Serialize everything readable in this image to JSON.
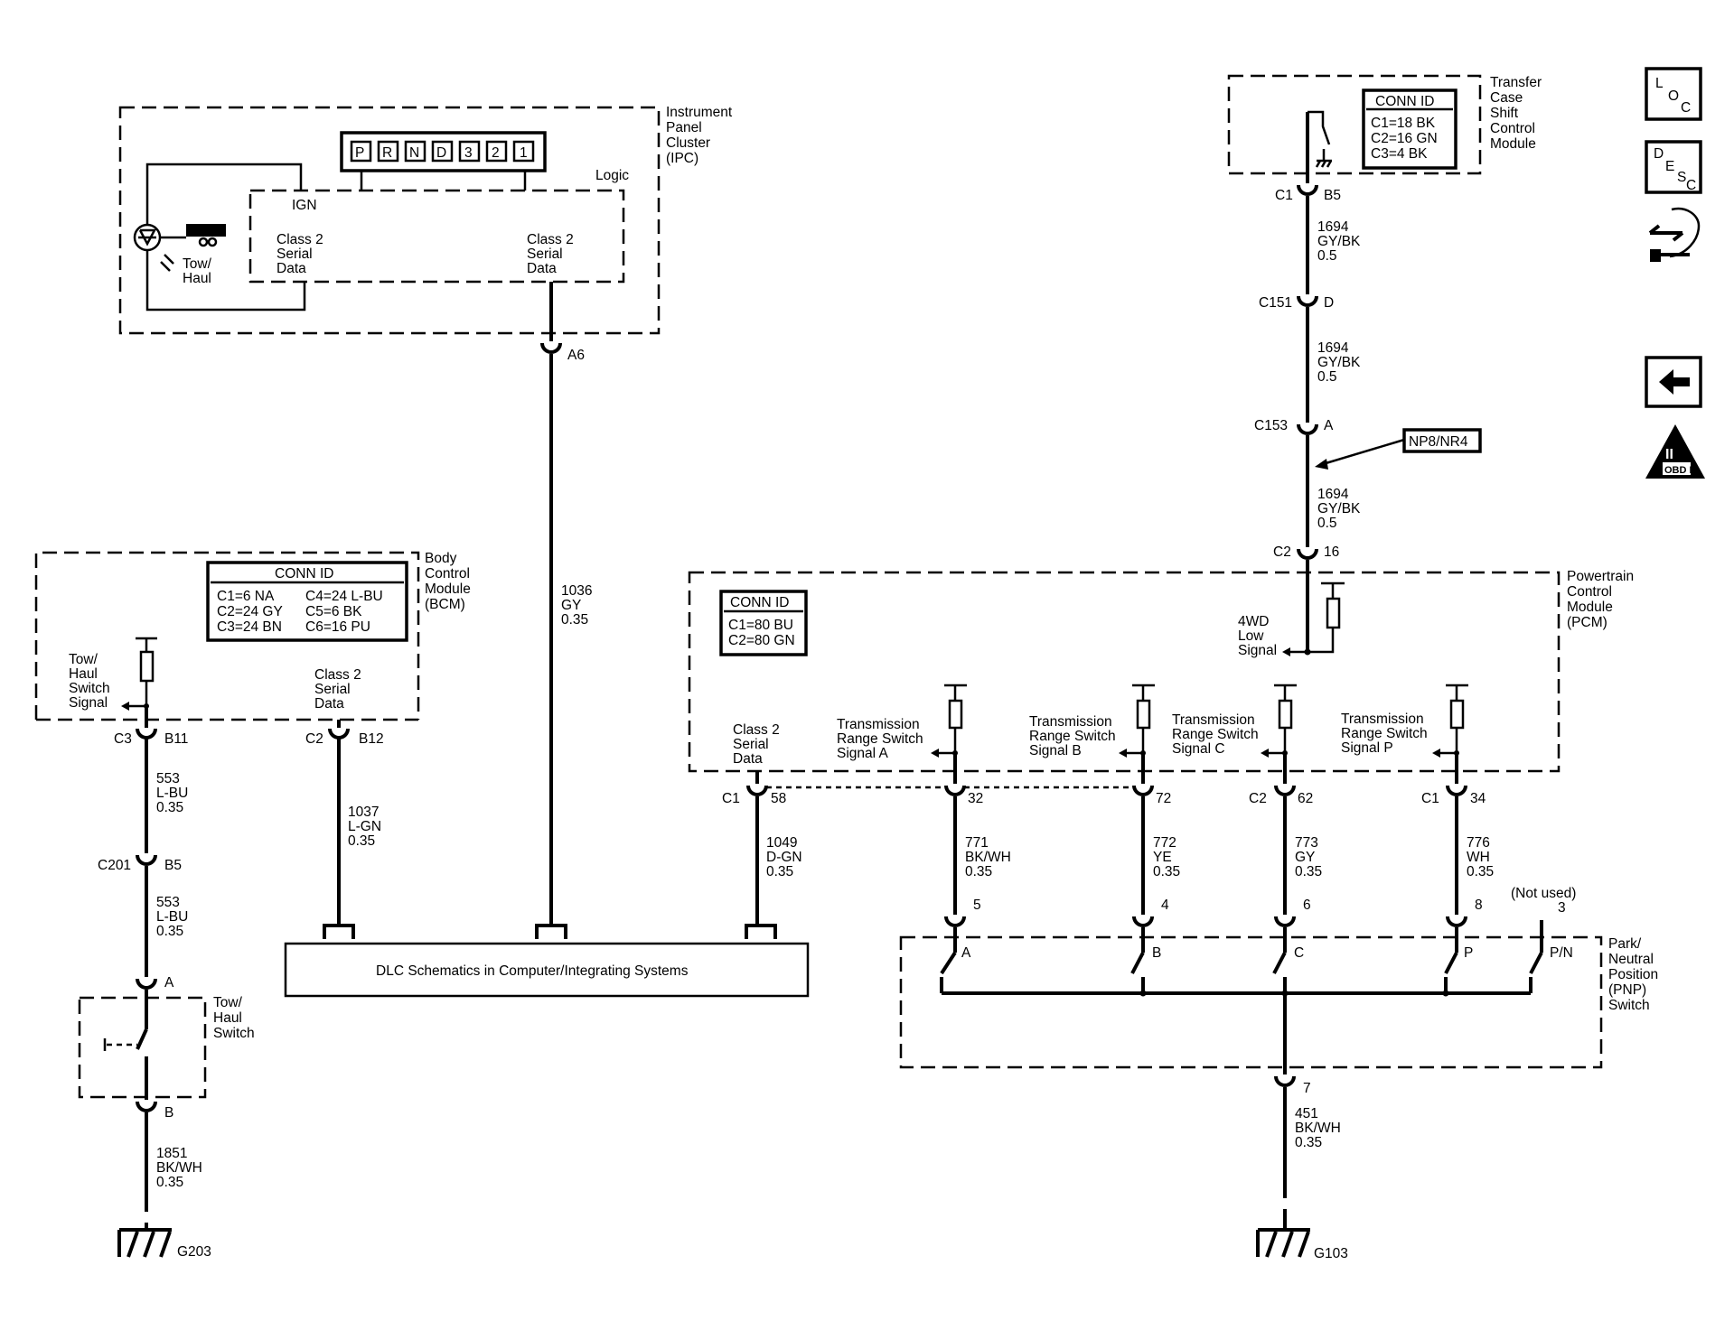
{
  "ipc": {
    "title_lines": [
      "Instrument",
      "Panel",
      "Cluster",
      "(IPC)"
    ],
    "prndl": [
      "P",
      "R",
      "N",
      "D",
      "3",
      "2",
      "1"
    ],
    "logic": "Logic",
    "ign": "IGN",
    "serial_left": [
      "Class 2",
      "Serial",
      "Data"
    ],
    "serial_right": [
      "Class 2",
      "Serial",
      "Data"
    ],
    "tow_haul_lamp": [
      "Tow/",
      "Haul"
    ],
    "pin": "A6"
  },
  "wire_1036": [
    "1036",
    "GY",
    "0.35"
  ],
  "bcm": {
    "title_lines": [
      "Body",
      "Control",
      "Module",
      "(BCM)"
    ],
    "conn_title": "CONN ID",
    "conn_left": [
      "C1=6 NA",
      "C2=24 GY",
      "C3=24 BN"
    ],
    "conn_right": [
      "C4=24 L-BU",
      "C5=6 BK",
      "C6=16 PU"
    ],
    "tow_signal": [
      "Tow/",
      "Haul",
      "Switch",
      "Signal"
    ],
    "serial": [
      "Class 2",
      "Serial",
      "Data"
    ],
    "c3": "C3",
    "b11": "B11",
    "c2": "C2",
    "b12": "B12"
  },
  "wire_553a": [
    "553",
    "L-BU",
    "0.35"
  ],
  "c201": "C201",
  "c201_pin": "B5",
  "wire_553b": [
    "553",
    "L-BU",
    "0.35"
  ],
  "wire_1037": [
    "1037",
    "L-GN",
    "0.35"
  ],
  "switch_tow": {
    "pin_a": "A",
    "pin_b": "B",
    "title_lines": [
      "Tow/",
      "Haul",
      "Switch"
    ]
  },
  "wire_1851": [
    "1851",
    "BK/WH",
    "0.35"
  ],
  "g203": "G203",
  "dlc": "DLC Schematics in Computer/Integrating Systems",
  "tcscm": {
    "title_lines": [
      "Transfer",
      "Case",
      "Shift",
      "Control",
      "Module"
    ],
    "conn_title": "CONN ID",
    "conn": [
      "C1=18 BK",
      "C2=16 GN",
      "C3=4 BK"
    ],
    "c1": "C1",
    "b5": "B5"
  },
  "wire_1694a": [
    "1694",
    "GY/BK",
    "0.5"
  ],
  "c151": "C151",
  "c151_pin": "D",
  "wire_1694b": [
    "1694",
    "GY/BK",
    "0.5"
  ],
  "c153": "C153",
  "c153_pin": "A",
  "np8": "NP8/NR4",
  "wire_1694c": [
    "1694",
    "GY/BK",
    "0.5"
  ],
  "pcm": {
    "c2": "C2",
    "p16": "16",
    "title_lines": [
      "Powertrain",
      "Control",
      "Module",
      "(PCM)"
    ],
    "conn_title": "CONN ID",
    "conn": [
      "C1=80 BU",
      "C2=80 GN"
    ],
    "fourwd": [
      "4WD",
      "Low",
      "Signal"
    ],
    "serial": [
      "Class 2",
      "Serial",
      "Data"
    ],
    "sig_a": [
      "Transmission",
      "Range Switch",
      "Signal A"
    ],
    "sig_b": [
      "Transmission",
      "Range Switch",
      "Signal B"
    ],
    "sig_c": [
      "Transmission",
      "Range Switch",
      "Signal C"
    ],
    "sig_p": [
      "Transmission",
      "Range Switch",
      "Signal P"
    ],
    "c1_58": "C1",
    "p58": "58",
    "p32": "32",
    "p72": "72",
    "c2_62": "C2",
    "p62": "62",
    "c1_34": "C1",
    "p34": "34"
  },
  "wire_1049": [
    "1049",
    "D-GN",
    "0.35"
  ],
  "wire_771": [
    "771",
    "BK/WH",
    "0.35"
  ],
  "wire_772": [
    "772",
    "YE",
    "0.35"
  ],
  "wire_773": [
    "773",
    "GY",
    "0.35"
  ],
  "wire_776": [
    "776",
    "WH",
    "0.35"
  ],
  "pnp": {
    "not_used": "(Not used)",
    "pins": [
      "5",
      "4",
      "6",
      "8",
      "3"
    ],
    "contacts": [
      "A",
      "B",
      "C",
      "P",
      "P/N"
    ],
    "title_lines": [
      "Park/",
      "Neutral",
      "Position",
      "(PNP)",
      "Switch"
    ],
    "pin7": "7"
  },
  "wire_451": [
    "451",
    "BK/WH",
    "0.35"
  ],
  "g103": "G103",
  "nav": {
    "loc": [
      "L",
      "O",
      "C"
    ],
    "desc": [
      "D",
      "E",
      "S",
      "C"
    ],
    "obd": [
      "II",
      "OBD II"
    ]
  }
}
